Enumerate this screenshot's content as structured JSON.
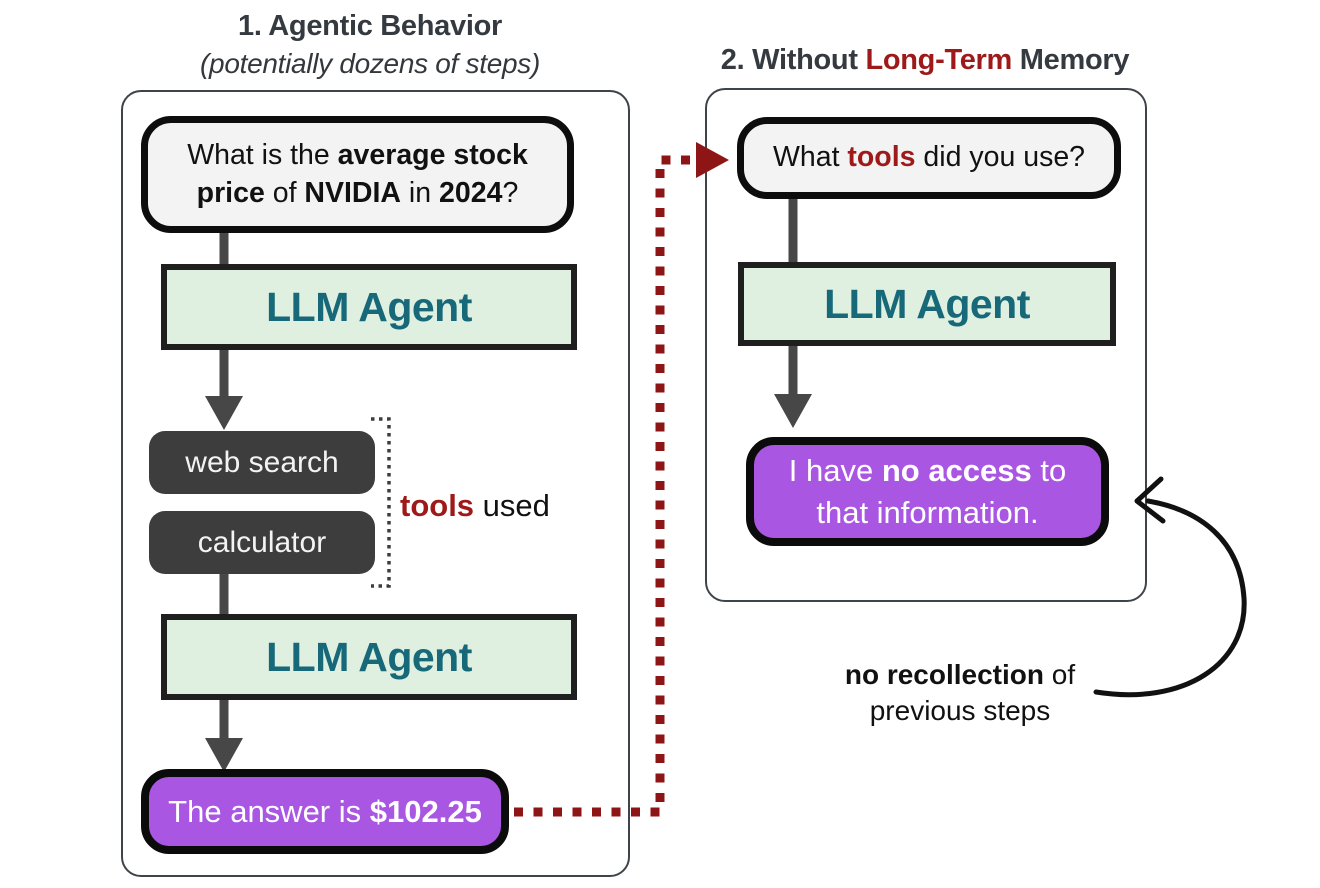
{
  "titles": {
    "left": {
      "heading": "1.  Agentic Behavior",
      "subtitle": "(potentially dozens of steps)"
    },
    "right": {
      "prefix": "2. Without ",
      "highlight": "Long-Term",
      "suffix": " Memory"
    }
  },
  "left_panel": {
    "question": {
      "line1_normal": "What is the ",
      "line1_bold": "average stock",
      "line2_bold1": "price",
      "line2_normal1": " of ",
      "line2_bold2": "NVIDIA",
      "line2_normal2": " in ",
      "line2_bold3": "2024",
      "line2_normal3": "?"
    },
    "llm_agent_1": "LLM Agent",
    "tools": [
      "web search",
      "calculator"
    ],
    "tools_label": {
      "highlight": "tools",
      "rest": " used"
    },
    "llm_agent_2": "LLM Agent",
    "answer": {
      "prefix": "The answer is ",
      "bold": "$102.25"
    }
  },
  "right_panel": {
    "question": {
      "prefix": "What ",
      "highlight": "tools",
      "suffix": " did you use?"
    },
    "llm_agent": "LLM Agent",
    "answer": {
      "line1_normal": "I have ",
      "line1_bold": "no access",
      "line1_suffix": " to",
      "line2": "that information."
    }
  },
  "annotation": {
    "line1_bold": "no recollection",
    "line1_rest": " of",
    "line2": "previous steps"
  },
  "colors": {
    "accent_red": "#9e1a1a",
    "dotted_arrow_red": "#8e1515",
    "purple": "#a956e3",
    "mint_green": "#dff0e0",
    "teal": "#17697a",
    "dark_text": "#343a40",
    "tool_gray": "#3d3d3d",
    "flow_arrow_gray": "#474747"
  }
}
